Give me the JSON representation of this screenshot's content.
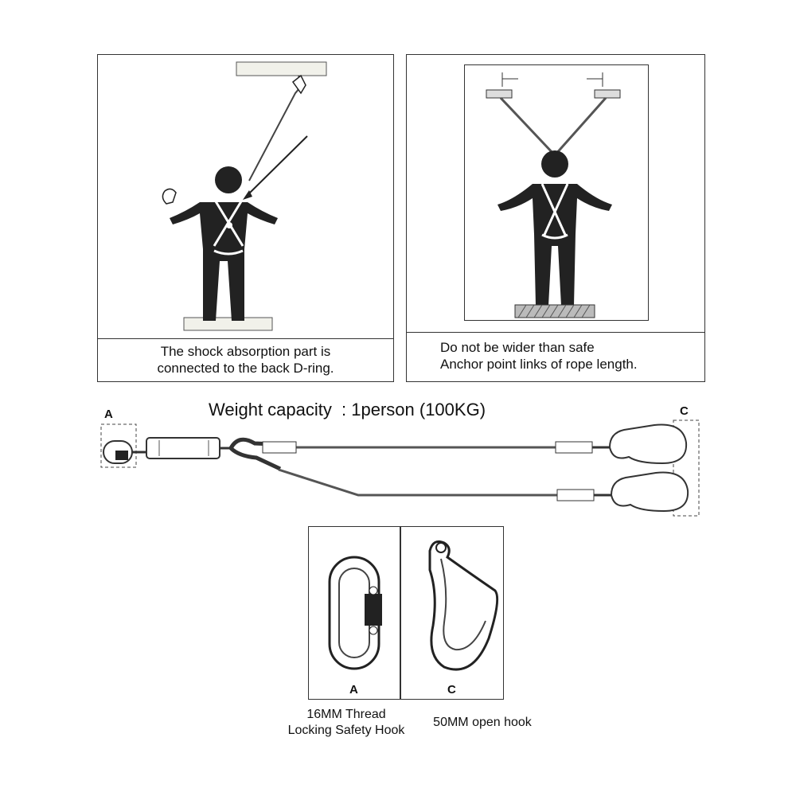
{
  "panels": {
    "left_caption_line1": "The shock absorption part is",
    "left_caption_line2": "connected to the back D-ring.",
    "right_caption_line1": "Do not be wider than safe",
    "right_caption_line2": "Anchor point links of rope length."
  },
  "lanyard": {
    "weight_label": "Weight capacity",
    "weight_value": ": 1person (100KG)",
    "end_a_label": "A",
    "end_c_label": "C"
  },
  "hooks": {
    "a_letter": "A",
    "c_letter": "C",
    "a_caption_line1": "16MM Thread",
    "a_caption_line2": "Locking Safety Hook",
    "c_caption": "50MM open hook"
  }
}
